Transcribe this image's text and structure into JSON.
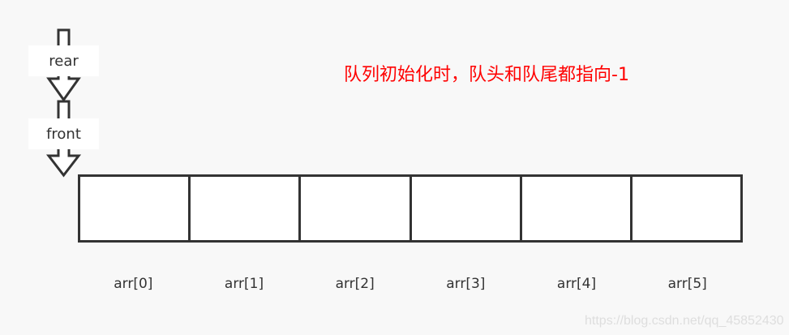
{
  "pointers": {
    "rear": {
      "label": "rear"
    },
    "front": {
      "label": "front"
    }
  },
  "note": {
    "text": "队列初始化时，队头和队尾都指向-1",
    "color": "#ff0000"
  },
  "array": {
    "cells": [
      "",
      "",
      "",
      "",
      "",
      ""
    ],
    "indices": [
      "arr[0]",
      "arr[1]",
      "arr[2]",
      "arr[3]",
      "arr[4]",
      "arr[5]"
    ]
  },
  "watermark": {
    "text": "https://blog.csdn.net/qq_45852430"
  },
  "colors": {
    "stroke": "#333333",
    "background": "#f8f8f8",
    "cell_fill": "#ffffff"
  }
}
